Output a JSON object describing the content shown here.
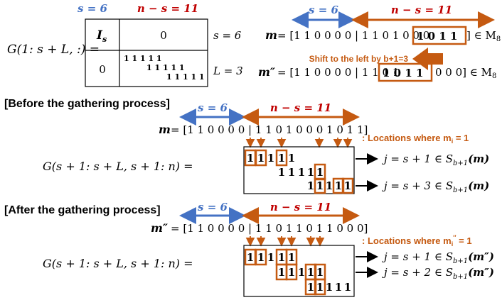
{
  "colors": {
    "blue": "#4472c4",
    "red": "#c00000",
    "orange": "#c55a11",
    "black": "#000000"
  },
  "top": {
    "s_label": "s = 6",
    "ns_label": "n − s = 11",
    "g_lhs": "G(1: s + L, :) =",
    "is": "I",
    "is_sub": "s",
    "zero_tr": "0",
    "zero_bl": "0",
    "ones_row1": "1 1 1 1 1",
    "ones_row2": "1 1 1 1 1",
    "ones_row3": "1 1 1 1 1",
    "s_eq": "s = 6",
    "l_eq": "L = 3",
    "m_label": "m",
    "m_prefix": "= [1 1 0 0 0 0 | 1 1 0 1 0 0 0",
    "m_box": "1 0 1 1",
    "m_suffix": "] ∈ M",
    "m_sub": "8",
    "shift_text": "Shift to the left by b+1=3",
    "mpp_label": "m″",
    "mpp_prefix": "= [1 1 0 0 0 0 | 1 1 0 1",
    "mpp_box": "1 0 1 1",
    "mpp_suffix": "0 0 0] ∈ M",
    "mpp_sub": "8"
  },
  "before": {
    "title": "[Before the gathering process]",
    "s_label": "s = 6",
    "ns_label": "n − s = 11",
    "m_label": "m",
    "m_vector": "= [1 1 0 0 0 0 | 1 1 0 1 0 0 0 1 0 1 1]",
    "locations": ": Locations where m",
    "locations_sub": "i",
    "locations_end": " = 1",
    "g_lhs": "G(s + 1: s + L, s + 1: n) =",
    "row1": [
      "1",
      "1",
      "1",
      "1",
      "1"
    ],
    "row2": [
      "1",
      "1",
      "1",
      "1",
      "1"
    ],
    "row3": [
      "1",
      "1",
      "1",
      "1",
      "1"
    ],
    "j1": "j = s + 1 ∈ S",
    "j1_sub": "b+1",
    "j1_arg": "(m)",
    "j2": "j = s + 3 ∈ S",
    "j2_sub": "b+1",
    "j2_arg": "(m)"
  },
  "after": {
    "title": "[After the gathering process]",
    "s_label": "s = 6",
    "ns_label": "n − s = 11",
    "m_label": "m″",
    "m_vector": "= [1 1 0 0 0 0 | 1 1 0 1 1 0 1 1 0 0 0]",
    "locations": ": Locations where m",
    "locations_sub": "i",
    "locations_sup": "″",
    "locations_end": " = 1",
    "g_lhs": "G(s + 1: s + L, s + 1: n) =",
    "row1": [
      "1",
      "1",
      "1",
      "1",
      "1"
    ],
    "row2": [
      "1",
      "1",
      "1",
      "1",
      "1"
    ],
    "row3": [
      "1",
      "1",
      "1",
      "1",
      "1"
    ],
    "j1": "j = s + 1 ∈ S",
    "j1_sub": "b+1",
    "j1_arg": "(m″)",
    "j2": "j = s + 2 ∈ S",
    "j2_sub": "b+1",
    "j2_arg": "(m″)"
  }
}
